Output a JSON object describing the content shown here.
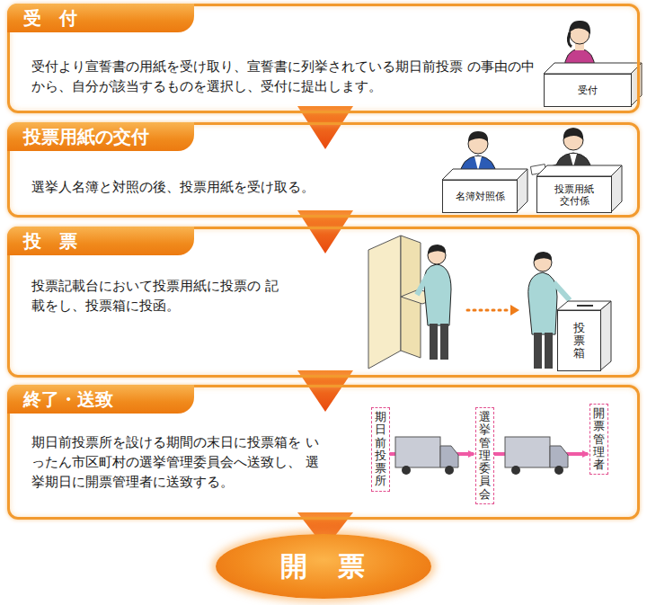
{
  "diagram": {
    "nodes": [
      {
        "text": [
          "受　付",
          "受付より宣誓書の用紙を受け取り、宣誓書に列挙されている期日前投票 の事由の中から、自分が該当するものを選択し、受付に提出します。"
        ]
      },
      {
        "text": [
          "受付"
        ],
        "in": 0
      },
      {
        "text": [
          "投票用紙の交付",
          "選挙人名簿と対照の後、投票用紙を受け取る。"
        ]
      },
      {
        "text": [
          "名簿対照係"
        ],
        "in": 2
      },
      {
        "text": [
          "投票用紙交付係"
        ],
        "in": 2
      },
      {
        "text": [
          "投　票",
          "投票記載台において投票用紙に投票の 記載をし、投票箱に投函。"
        ]
      },
      {
        "text": [
          "投票箱"
        ],
        "in": 5
      },
      {
        "text": [
          "終了・送致",
          "期日前投票所を設ける期間の末日に投票箱を いったん市区町村の選挙管理委員会へ送致し、 選挙期日に開票管理者に送致する。"
        ]
      },
      {
        "text": [
          "期日前投票所"
        ],
        "in": 7
      },
      {
        "text": [
          "選挙管理委員会"
        ],
        "in": 7
      },
      {
        "text": [
          "開票管理者"
        ],
        "in": 7
      },
      {
        "text": [
          "開　票"
        ]
      }
    ],
    "edges": [
      {
        "from": 0,
        "to": 2,
        "arrow": "to"
      },
      {
        "from": 2,
        "to": 5,
        "arrow": "to"
      },
      {
        "from": 5,
        "to": 7,
        "arrow": "to"
      },
      {
        "from": 7,
        "to": 11,
        "arrow": "to"
      },
      {
        "from": 8,
        "to": 9,
        "arrow": "to"
      },
      {
        "from": 9,
        "to": 10,
        "arrow": "to"
      }
    ]
  }
}
